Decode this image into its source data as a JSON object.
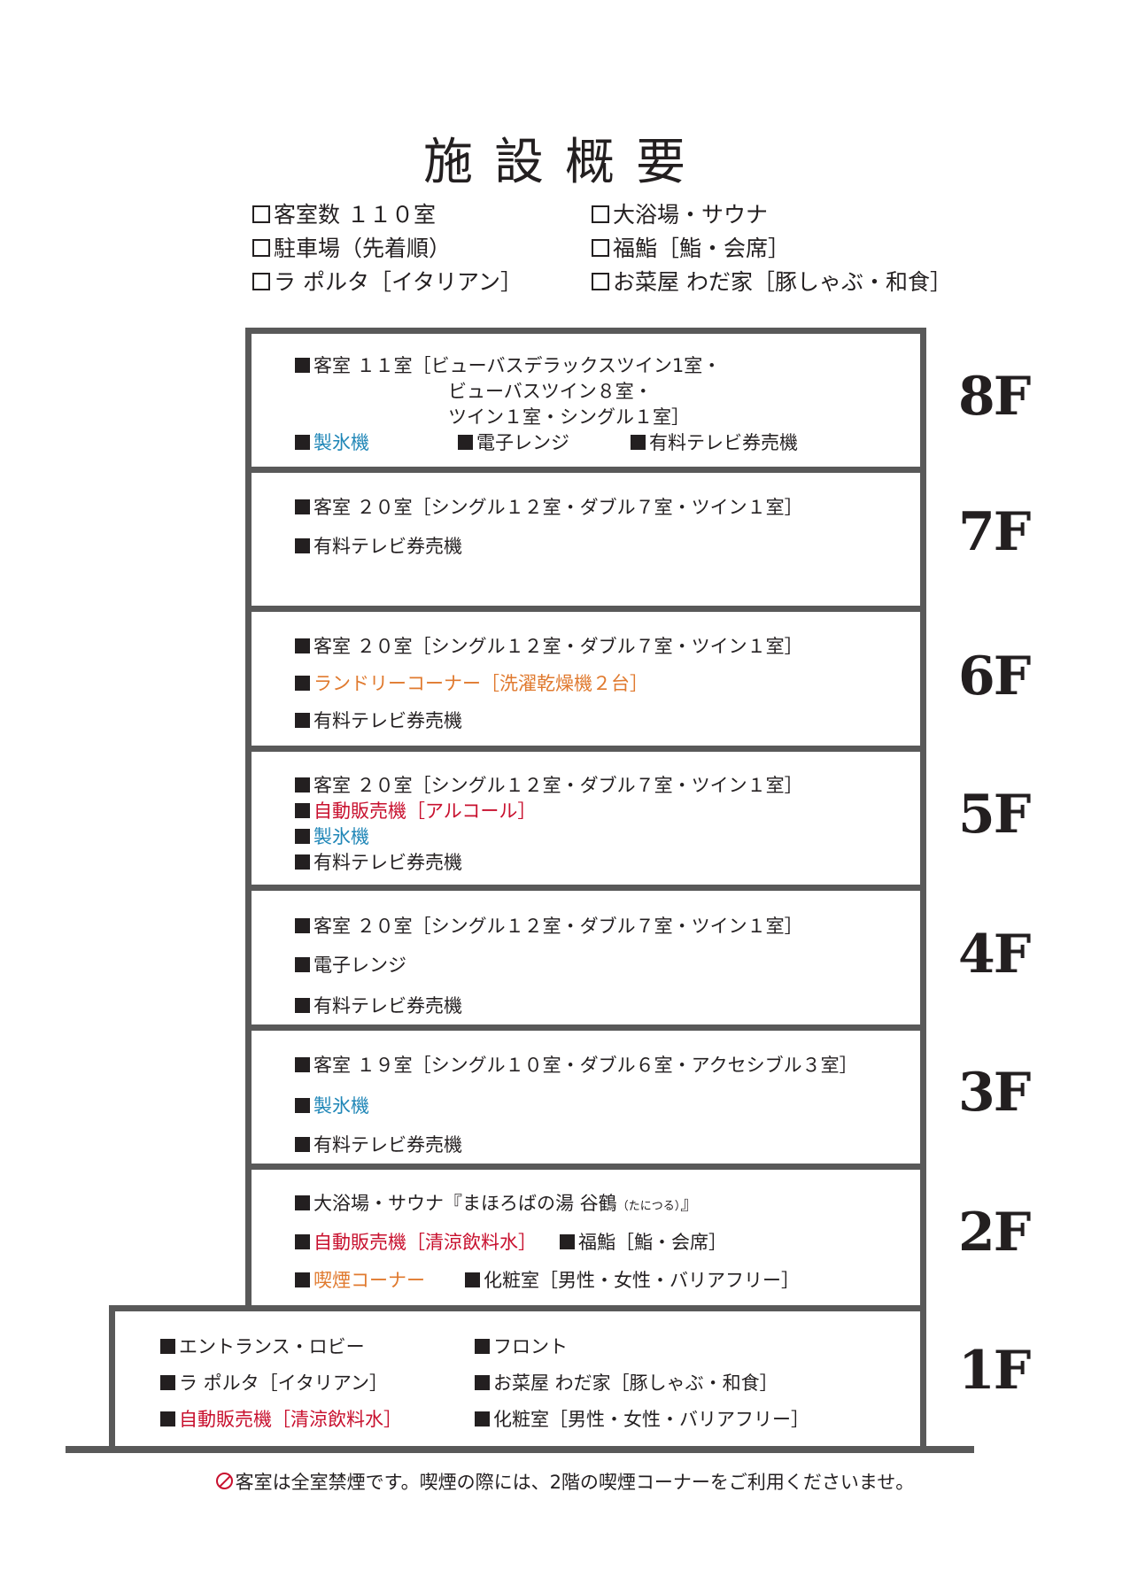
{
  "title": "施設概要",
  "summary": {
    "left": [
      "客室数 １１０室",
      "駐車場（先着順）",
      "ラ ポルタ［イタリアン］"
    ],
    "right": [
      "大浴場・サウナ",
      "福鮨［鮨・会席］",
      "お菜屋 わだ家［豚しゃぶ・和食］"
    ]
  },
  "floors": {
    "f8": {
      "label": "8F",
      "rooms_1": "客室 １１室［ビューバスデラックスツイン1室・",
      "rooms_2": "ビューバスツイン８室・",
      "rooms_3": "ツイン１室・シングル１室］",
      "ice": "製氷機",
      "microwave": "電子レンジ",
      "tv": "有料テレビ券売機"
    },
    "f7": {
      "label": "7F",
      "rooms": "客室 ２０室［シングル１２室・ダブル７室・ツイン１室］",
      "tv": "有料テレビ券売機"
    },
    "f6": {
      "label": "6F",
      "rooms": "客室 ２０室［シングル１２室・ダブル７室・ツイン１室］",
      "laundry": "ランドリーコーナー［洗濯乾燥機２台］",
      "tv": "有料テレビ券売機"
    },
    "f5": {
      "label": "5F",
      "rooms": "客室 ２０室［シングル１２室・ダブル７室・ツイン１室］",
      "vending": "自動販売機［アルコール］",
      "ice": "製氷機",
      "tv": "有料テレビ券売機"
    },
    "f4": {
      "label": "4F",
      "rooms": "客室 ２０室［シングル１２室・ダブル７室・ツイン１室］",
      "microwave": "電子レンジ",
      "tv": "有料テレビ券売機"
    },
    "f3": {
      "label": "3F",
      "rooms": "客室 １９室［シングル１０室・ダブル６室・アクセシブル３室］",
      "ice": "製氷機",
      "tv": "有料テレビ券売機"
    },
    "f2": {
      "label": "2F",
      "bath": "大浴場・サウナ『まほろばの湯 谷鶴",
      "bath_reading": "（たにつる）",
      "bath_end": "』",
      "vending": "自動販売機［清涼飲料水］",
      "sushi": "福鮨［鮨・会席］",
      "smoking": "喫煙コーナー",
      "restroom": "化粧室［男性・女性・バリアフリー］"
    },
    "f1": {
      "label": "1F",
      "entrance": "エントランス・ロビー",
      "front": "フロント",
      "laporta": "ラ ポルタ［イタリアン］",
      "wadaya": "お菜屋 わだ家［豚しゃぶ・和食］",
      "vending": "自動販売機［清涼飲料水］",
      "restroom": "化粧室［男性・女性・バリアフリー］"
    }
  },
  "footer": "客室は全室禁煙です。喫煙の際には、2階の喫煙コーナーをご利用くださいませ。",
  "colors": {
    "wall": "#595959",
    "blue": "#1f86b7",
    "orange": "#e07a2f",
    "red": "#c8102e"
  }
}
